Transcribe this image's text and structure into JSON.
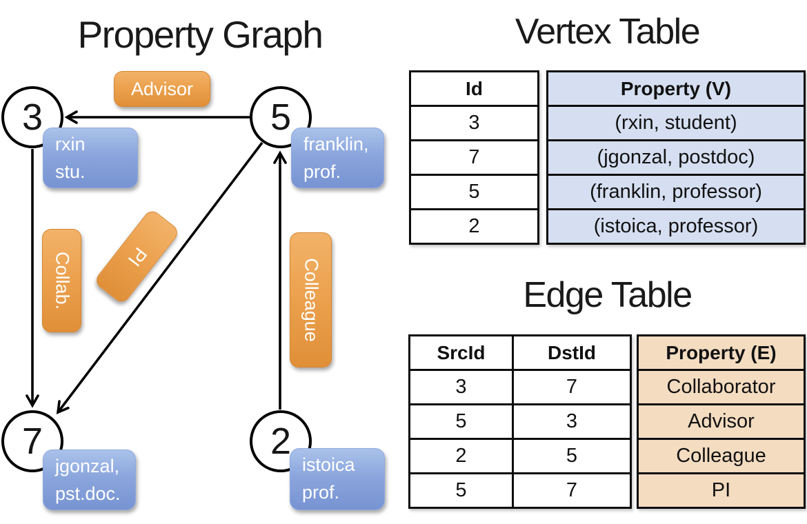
{
  "graph": {
    "title": "Property Graph",
    "nodes": [
      {
        "id": "3",
        "prop_line1": "rxin",
        "prop_line2": "stu."
      },
      {
        "id": "5",
        "prop_line1": "franklin,",
        "prop_line2": "prof."
      },
      {
        "id": "7",
        "prop_line1": "jgonzal,",
        "prop_line2": "pst.doc."
      },
      {
        "id": "2",
        "prop_line1": "istoica",
        "prop_line2": "prof."
      }
    ],
    "edge_labels": {
      "advisor": "Advisor",
      "collaborator": "Collab.",
      "pi": "PI",
      "colleague": "Colleague"
    }
  },
  "vertex_table": {
    "title": "Vertex Table",
    "columns": [
      "Id",
      "Property (V)"
    ],
    "rows": [
      [
        "3",
        "(rxin, student)"
      ],
      [
        "7",
        "(jgonzal, postdoc)"
      ],
      [
        "5",
        "(franklin, professor)"
      ],
      [
        "2",
        "(istoica, professor)"
      ]
    ]
  },
  "edge_table": {
    "title": "Edge Table",
    "columns": [
      "SrcId",
      "DstId",
      "Property (E)"
    ],
    "rows": [
      [
        "3",
        "7",
        "Collaborator"
      ],
      [
        "5",
        "3",
        "Advisor"
      ],
      [
        "2",
        "5",
        "Colleague"
      ],
      [
        "5",
        "7",
        "PI"
      ]
    ]
  },
  "colors": {
    "edge_label_orange": "#E9A14E",
    "vertex_label_blue": "#8BA6DD",
    "vertex_table_fill": "#D5DFF1",
    "edge_table_fill": "#F4DCC1",
    "line_black": "#000000"
  }
}
